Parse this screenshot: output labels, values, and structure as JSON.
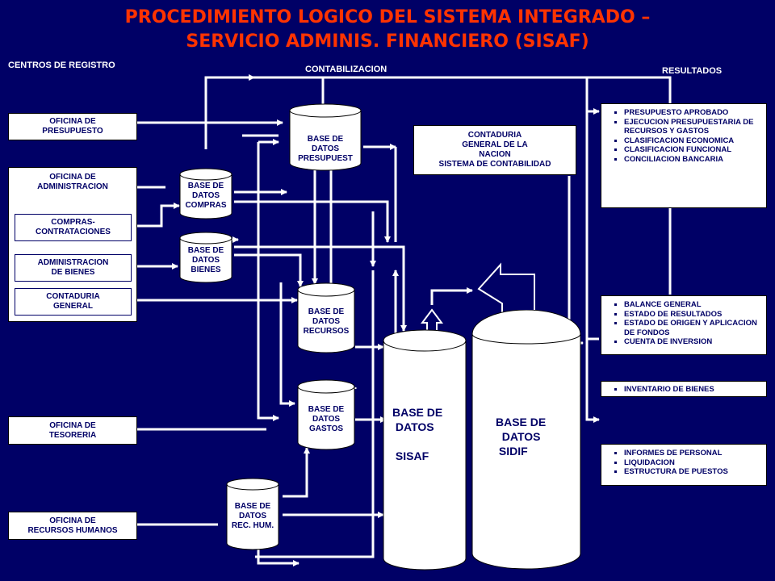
{
  "title": {
    "line1": "PROCEDIMIENTO LOGICO DEL SISTEMA INTEGRADO –",
    "line2": "SERVICIO ADMINIS. FINANCIERO (SISAF)"
  },
  "headers": {
    "centros": "CENTROS DE REGISTRO",
    "contabilizacion": "CONTABILIZACION",
    "resultados": "RESULTADOS"
  },
  "centros": {
    "presupuesto": "OFICINA DE\nPRESUPUESTO",
    "administracion": "OFICINA DE\nADMINISTRACION",
    "compras": "COMPRAS-\nCONTRATACIONES",
    "adm_bienes": "ADMINISTRACION\nDE BIENES",
    "contaduria": "CONTADURIA\nGENERAL",
    "tesoreria": "OFICINA DE\nTESORERIA",
    "rrhh": "OFICINA DE\nRECURSOS HUMANOS"
  },
  "databases": {
    "compras": "BASE DE\nDATOS\nCOMPRAS",
    "bienes": "BASE DE\nDATOS\nBIENES",
    "presupuesto": "BASE DE\nDATOS\nPRESUPUEST",
    "recursos": "BASE DE\nDATOS\nRECURSOS",
    "gastos": "BASE DE\nDATOS\nGASTOS",
    "rechum": "BASE DE\nDATOS\nREC. HUM.",
    "sisaf": "BASE DE\n DATOS\n\n SISAF",
    "sidif": "BASE DE\n  DATOS\n SIDIF"
  },
  "contaduria_nacion": "CONTADURIA\nGENERAL DE LA\nNACION\nSISTEMA DE CONTABILIDAD",
  "results": {
    "presupuesto": [
      "PRESUPUESTO APROBADO",
      "EJECUCION PRESUPUESTARIA DE RECURSOS Y GASTOS",
      "CLASIFICACION ECONOMICA",
      "CLASIFICACION FUNCIONAL",
      "CONCILIACION BANCARIA"
    ],
    "contables": [
      "BALANCE GENERAL",
      "ESTADO DE RESULTADOS",
      "ESTADO DE ORIGEN Y APLICACION DE FONDOS",
      "CUENTA DE INVERSION"
    ],
    "bienes": [
      "INVENTARIO DE BIENES"
    ],
    "personal": [
      "INFORMES DE PERSONAL",
      "LIQUIDACION",
      "ESTRUCTURA DE PUESTOS"
    ]
  },
  "colors": {
    "background": "#000066",
    "title": "#ff3300",
    "box": "#ffffff",
    "text": "#000066",
    "wire": "#ffffff"
  }
}
